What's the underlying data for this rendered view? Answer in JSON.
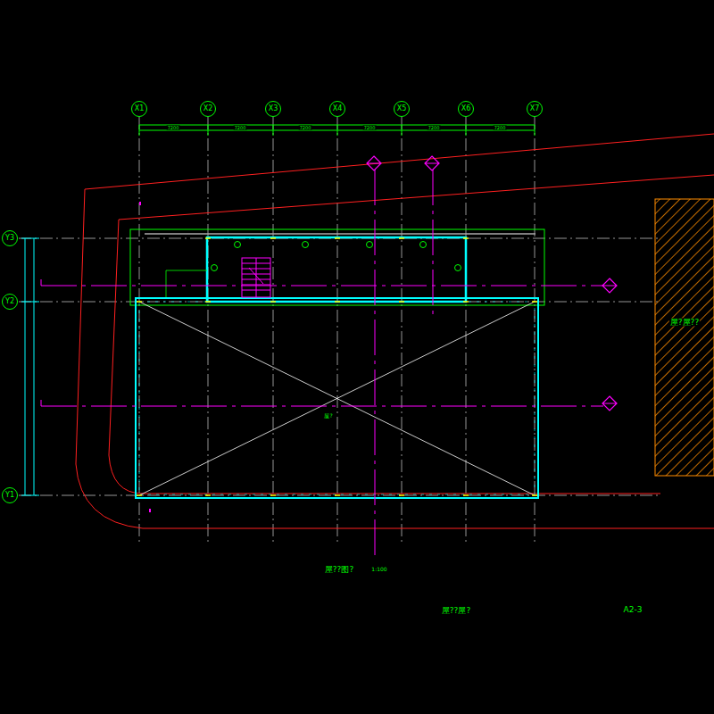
{
  "diagram": {
    "nodes": [
      {
        "text": [
          "X1"
        ]
      },
      {
        "text": [
          "X2"
        ]
      },
      {
        "text": [
          "X3"
        ]
      },
      {
        "text": [
          "X4"
        ]
      },
      {
        "text": [
          "X5"
        ]
      },
      {
        "text": [
          "X6"
        ]
      },
      {
        "text": [
          "X7"
        ]
      },
      {
        "text": [
          "Y3"
        ]
      },
      {
        "text": [
          "Y2"
        ]
      },
      {
        "text": [
          "Y1"
        ]
      }
    ],
    "labels": [
      "A2-3",
      "屋??图?",
      "1:100",
      "屋??屋?",
      "屋?屋??",
      "屋?",
      "7200",
      "7200",
      "7200",
      "7200",
      "7200",
      "7200"
    ]
  }
}
